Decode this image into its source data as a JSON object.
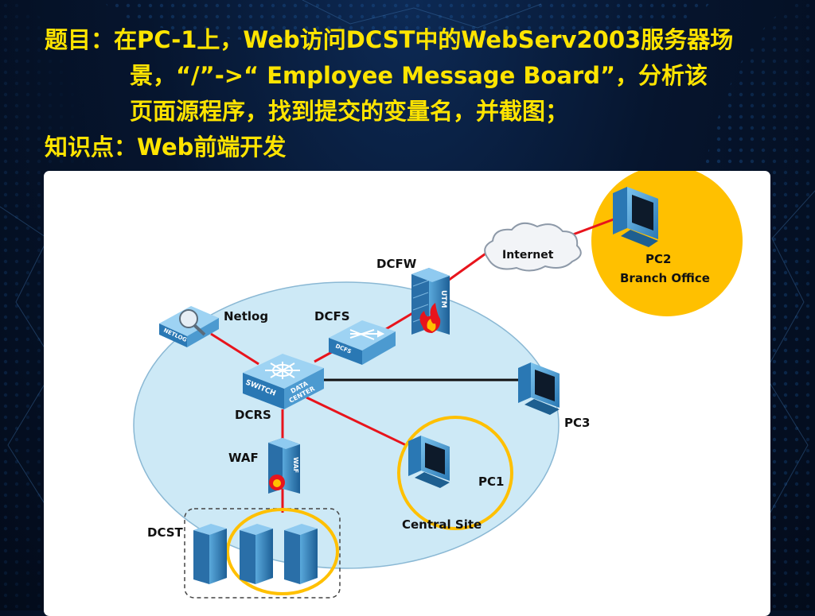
{
  "title": {
    "line1": "题目：在PC-1上，Web访问DCST中的WebServ2003服务器场",
    "line2": "景，“/”->“ Employee Message Board”，分析该",
    "line3": "页面源程序，找到提交的变量名，并截图；",
    "line4": "知识点：Web前端开发"
  },
  "diagram": {
    "nodes": {
      "internet": "Internet",
      "dcfw": "DCFW",
      "utm": "UTM",
      "pc2": "PC2",
      "branch_office": "Branch Office",
      "netlog": "Netlog",
      "netlog_device": "NETLOG",
      "dcfs": "DCFS",
      "dcfs_device": "DCFS",
      "switch_text1": "SWITCH",
      "switch_text2": "DATA",
      "switch_text3": "CENTER",
      "dcrs": "DCRS",
      "pc3": "PC3",
      "waf": "WAF",
      "waf_device": "WAF",
      "pc1": "PC1",
      "central_site": "Central Site",
      "dcst": "DCST"
    },
    "colors": {
      "title": "#ffe400",
      "link_red": "#e8141c",
      "site_ellipse": "#cde9f6",
      "highlight_yellow": "#ffc000",
      "device_blue": "#3a8fc6"
    }
  }
}
